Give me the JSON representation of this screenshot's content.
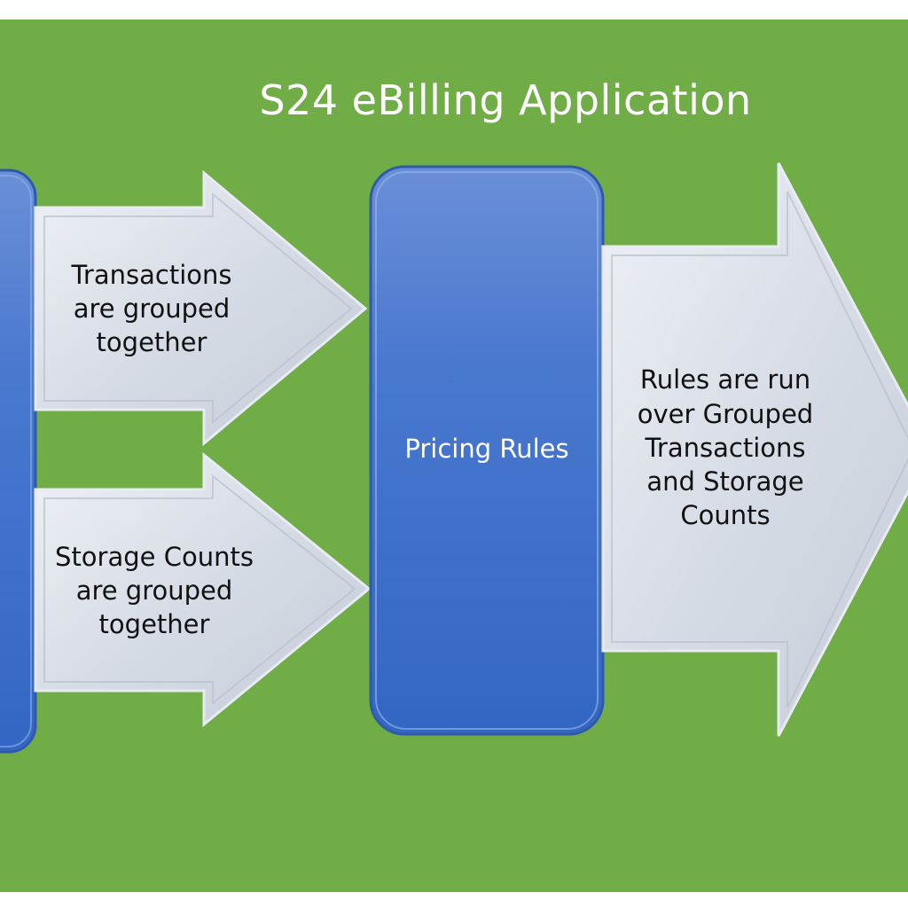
{
  "title": "S24 eBilling Application",
  "boxes": {
    "pricing_rules": "Pricing Rules"
  },
  "arrows": {
    "transactions": "Transactions\nare grouped\ntogether",
    "storage_counts": "Storage Counts\nare grouped\ntogether",
    "rules_run": "Rules are run\nover Grouped\nTransactions\nand Storage\nCounts"
  },
  "colors": {
    "background": "#70ad47",
    "box_fill": "#4472c4",
    "arrow_fill": "#d9dee6",
    "title_text": "#ffffff"
  }
}
